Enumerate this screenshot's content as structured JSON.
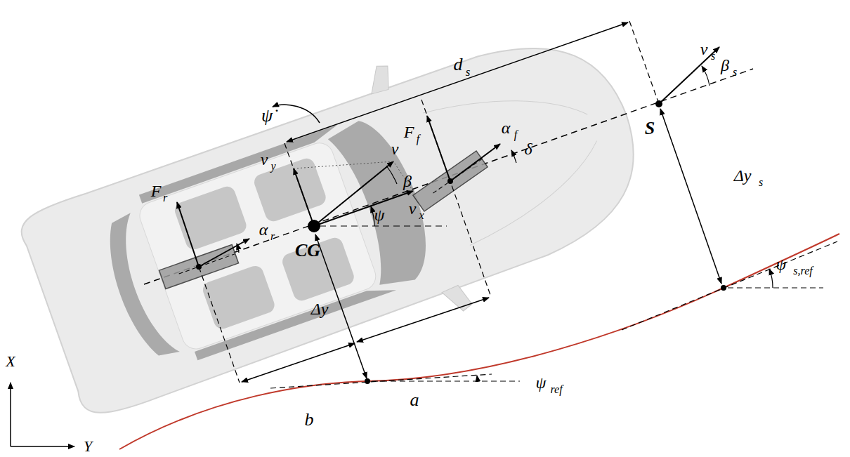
{
  "diagram": {
    "labels": [
      "d",
      "s",
      "v",
      "s",
      "β",
      "s",
      "S",
      "F",
      "f",
      "α",
      "f",
      "δ",
      "ψ̇",
      "v",
      "v",
      "y",
      "β",
      "ψ",
      "v",
      "x",
      "F",
      "r",
      "α",
      "r",
      "CG",
      "Δy",
      "a",
      "b",
      "ψ",
      "ref",
      "Δy",
      "s",
      "ψ",
      "s,ref",
      "X",
      "Y"
    ]
  }
}
